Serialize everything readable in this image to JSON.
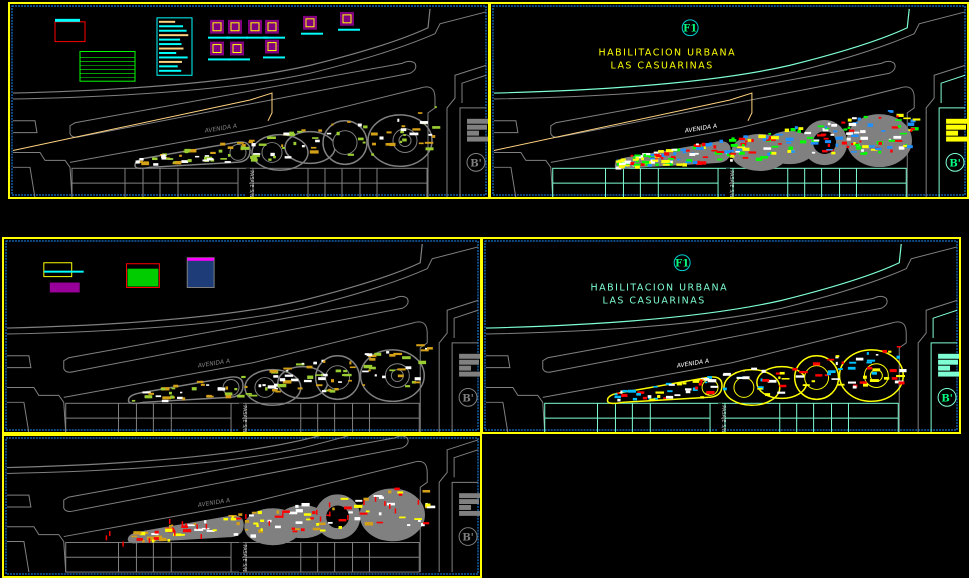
{
  "drawing": {
    "plan_marker": "F1",
    "title_line1": "HABILITACION URBANA",
    "title_line2": "LAS CASUARINAS",
    "street_label": "AVENIDA A",
    "passage_label": "PASAJE S/N",
    "section_marker": "B'"
  },
  "panels": [
    {
      "id": "plan-details",
      "has_title": false,
      "has_details": true
    },
    {
      "id": "plan-landscaping",
      "has_title": true,
      "title_color": "#ffff00",
      "has_details": false
    },
    {
      "id": "plan-layout",
      "has_title": false,
      "has_details": true
    },
    {
      "id": "plan-structures",
      "has_title": true,
      "title_color": "#7fffd4",
      "has_details": false
    },
    {
      "id": "plan-lighting",
      "has_title": false,
      "has_details": false
    }
  ],
  "colors": {
    "sheet_border": "#ffff00",
    "viewport_border": "#1e90ff",
    "linework": "#808080",
    "accent_cyan": "#7fffd4"
  }
}
